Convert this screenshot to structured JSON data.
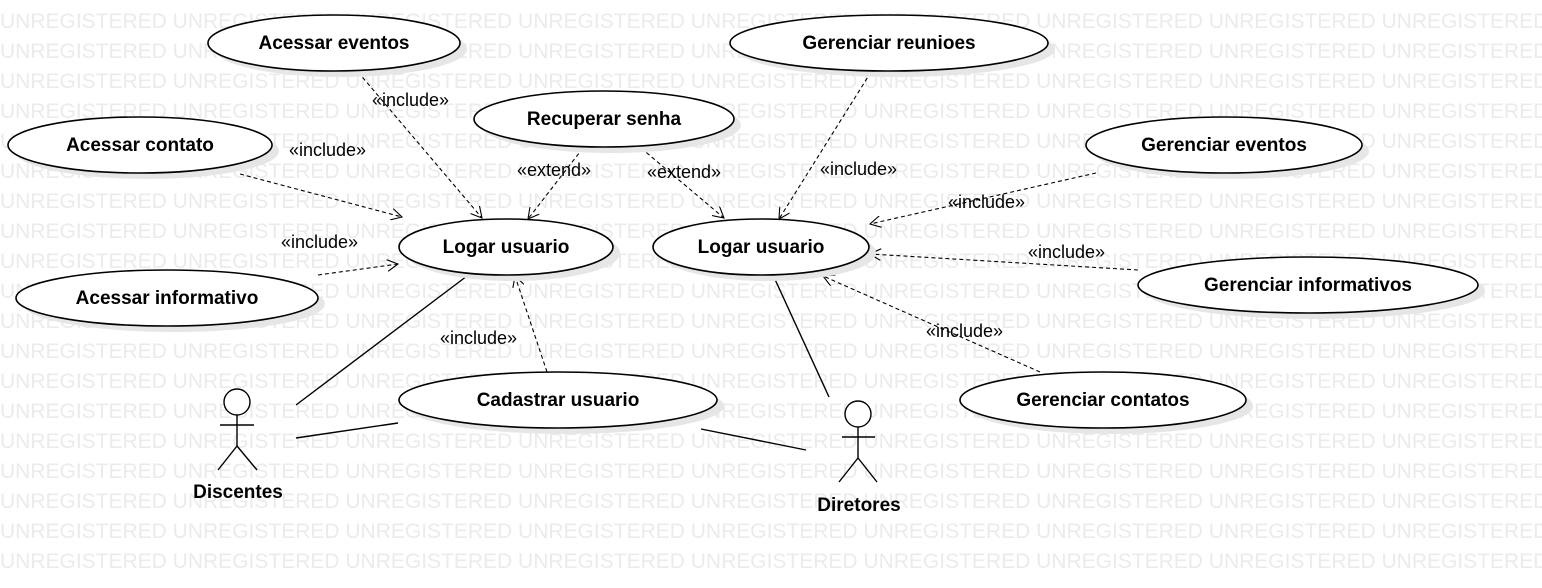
{
  "watermark": "UNREGISTERED",
  "use_cases": {
    "acessar_eventos": "Acessar eventos",
    "acessar_contato": "Acessar contato",
    "acessar_informativo": "Acessar informativo",
    "recuperar_senha": "Recuperar senha",
    "logar_usuario_left": "Logar usuario",
    "logar_usuario_right": "Logar usuario",
    "cadastrar_usuario": "Cadastrar usuario",
    "gerenciar_reunioes": "Gerenciar reunioes",
    "gerenciar_eventos": "Gerenciar eventos",
    "gerenciar_informativos": "Gerenciar informativos",
    "gerenciar_contatos": "Gerenciar contatos"
  },
  "actors": {
    "discentes": "Discentes",
    "diretores": "Diretores"
  },
  "relations": {
    "include_eventos": "«include»",
    "include_contato": "«include»",
    "include_informativo": "«include»",
    "include_cadastrar": "«include»",
    "extend_left": "«extend»",
    "extend_right": "«extend»",
    "include_reunioes": "«include»",
    "include_g_eventos": "«include»",
    "include_g_informativos": "«include»",
    "include_g_contatos": "«include»"
  }
}
